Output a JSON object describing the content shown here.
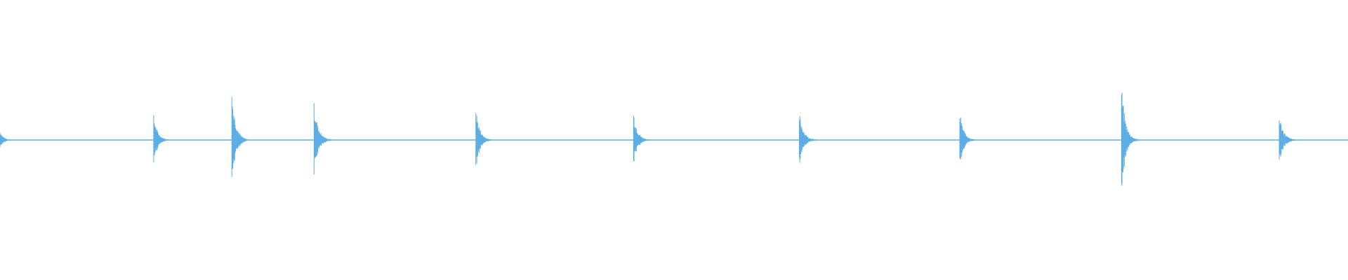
{
  "colors": {
    "waveform": "#5eaee6",
    "background": "#ffffff"
  },
  "chart_data": {
    "type": "line",
    "subtype": "audio-waveform",
    "title": "",
    "xlabel": "",
    "ylabel": "",
    "xlim": [
      0,
      1
    ],
    "ylim": [
      -1,
      1
    ],
    "grid": false,
    "legend": "none",
    "baseline": 0,
    "transients": [
      {
        "x": 0.0,
        "amplitude": 0.07,
        "decay": 0.01
      },
      {
        "x": 0.114,
        "amplitude": 0.18,
        "decay": 0.012
      },
      {
        "x": 0.172,
        "amplitude": 0.37,
        "decay": 0.012
      },
      {
        "x": 0.233,
        "amplitude": 0.27,
        "decay": 0.013
      },
      {
        "x": 0.353,
        "amplitude": 0.24,
        "decay": 0.012
      },
      {
        "x": 0.47,
        "amplitude": 0.21,
        "decay": 0.012
      },
      {
        "x": 0.593,
        "amplitude": 0.2,
        "decay": 0.013
      },
      {
        "x": 0.712,
        "amplitude": 0.21,
        "decay": 0.012
      },
      {
        "x": 0.832,
        "amplitude": 0.4,
        "decay": 0.012
      },
      {
        "x": 0.949,
        "amplitude": 0.19,
        "decay": 0.013
      }
    ]
  }
}
